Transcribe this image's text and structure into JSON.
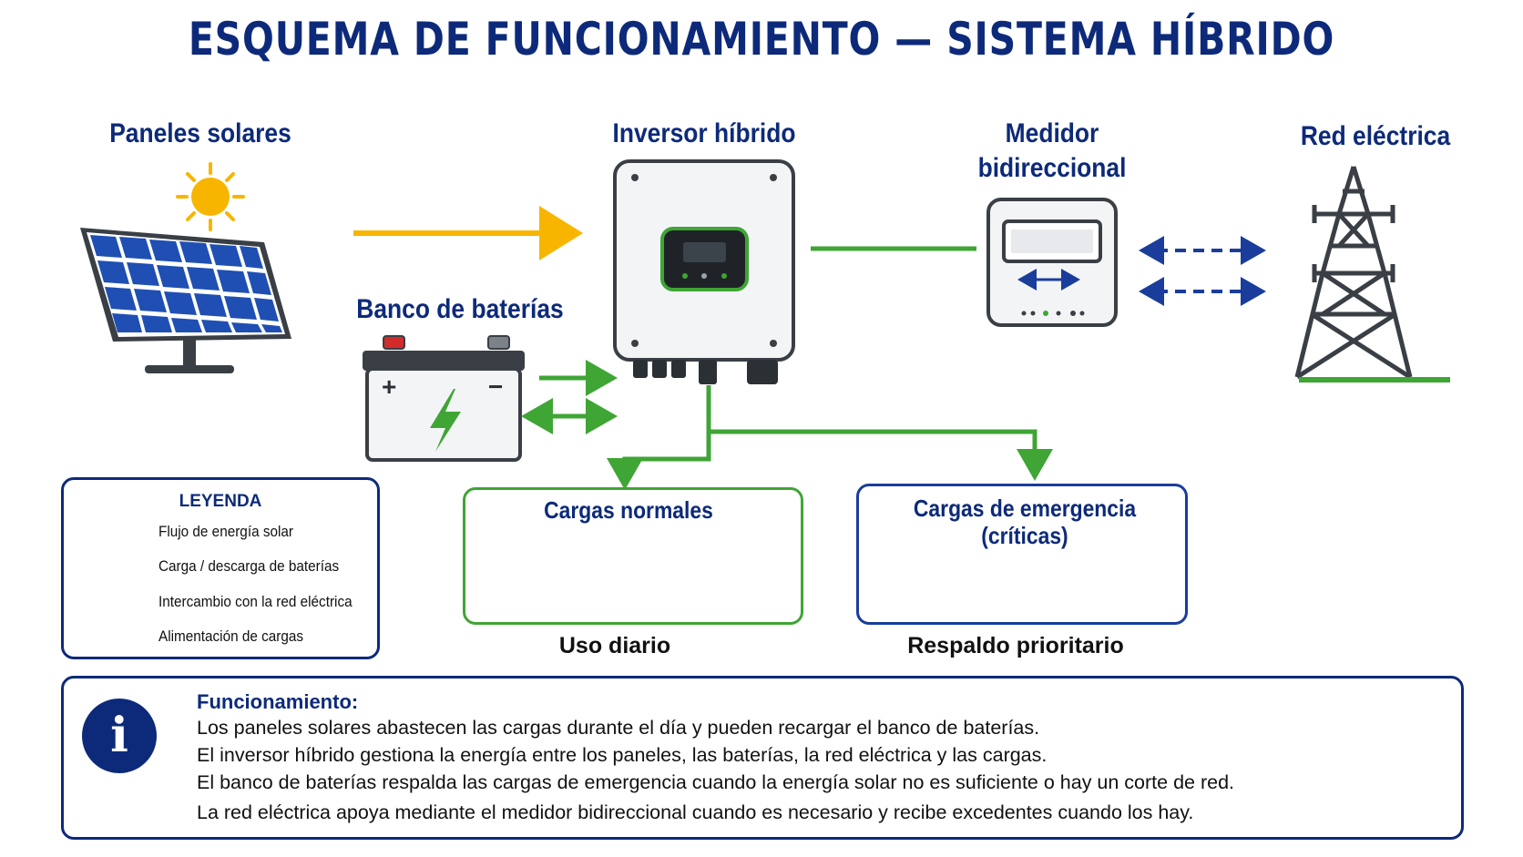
{
  "title": "ESQUEMA DE FUNCIONAMIENTO — SISTEMA HÍBRIDO",
  "components": {
    "solar": "Paneles solares",
    "inverter": "Inversor híbrido",
    "meter_line1": "Medidor",
    "meter_line2": "bidireccional",
    "grid": "Red eléctrica",
    "battery": "Banco de baterías",
    "battery_plus": "+",
    "battery_minus": "−"
  },
  "loads": {
    "normal_title": "Cargas normales",
    "normal_caption": "Uso diario",
    "emergency_title_line1": "Cargas de emergencia",
    "emergency_title_line2": "(críticas)",
    "emergency_caption": "Respaldo prioritario"
  },
  "legend": {
    "title": "LEYENDA",
    "items": [
      "Flujo de energía solar",
      "Carga / descarga de baterías",
      "Intercambio con la red eléctrica",
      "Alimentación de cargas"
    ]
  },
  "info": {
    "icon": "i",
    "heading": "Funcionamiento:",
    "lines": [
      "Los paneles solares abastecen las cargas durante el día y pueden recargar el banco de baterías.",
      "El inversor híbrido gestiona la energía entre los paneles, las baterías, la red eléctrica y las cargas.",
      "El banco de baterías respalda las cargas de emergencia cuando la energía solar no es suficiente o hay un corte de red.",
      "La red eléctrica apoya mediante el medidor bidireccional cuando es necesario y recibe excedentes cuando los hay."
    ]
  },
  "colors": {
    "navy": "#0d2a7a",
    "solar": "#f7b500",
    "green": "#3fa535",
    "blue": "#1a3d9c"
  }
}
